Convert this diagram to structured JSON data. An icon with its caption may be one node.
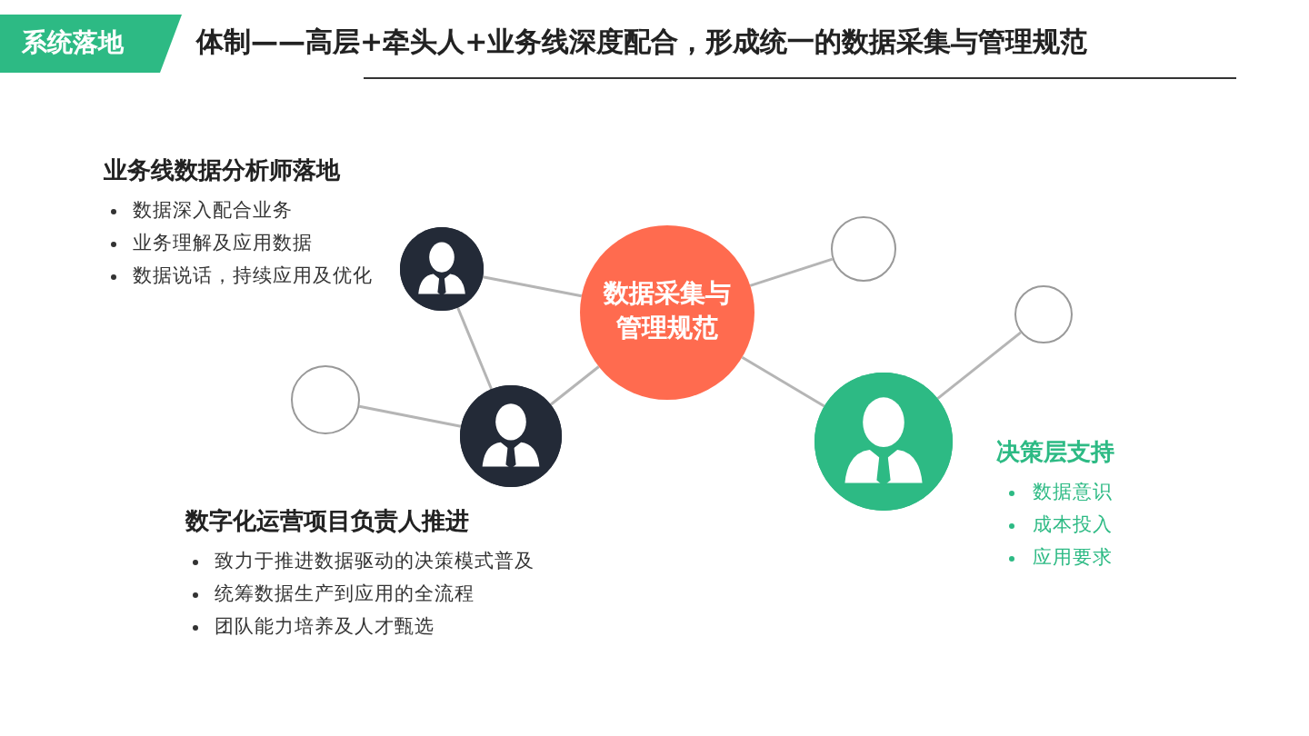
{
  "diagram": {
    "title": "体制——高层+牵头人+业务线深度配合，形成统一的数据采集与管理规范",
    "nodes": [
      {
        "text": [
          "数据采集与管理规范"
        ]
      },
      {
        "text": [],
        "shape": "person",
        "beside": [
          "业务线数据分析师落地",
          "数据深入配合业务",
          "业务理解及应用数据",
          "数据说话，持续应用及优化"
        ]
      },
      {
        "text": [],
        "shape": "person",
        "beside": [
          "数字化运营项目负责人推进",
          "致力于推进数据驱动的决策模式普及",
          "统筹数据生产到应用的全流程",
          "团队能力培养及人才甄选"
        ]
      },
      {
        "text": [],
        "shape": "person",
        "beside": [
          "决策层支持",
          "数据意识",
          "成本投入",
          "应用要求"
        ]
      },
      {
        "text": [],
        "shape": "circle"
      },
      {
        "text": [],
        "shape": "circle"
      },
      {
        "text": [],
        "shape": "circle"
      }
    ],
    "edges": [
      {
        "from": 1,
        "to": 0,
        "arrow": "none"
      },
      {
        "from": 2,
        "to": 0,
        "arrow": "none"
      },
      {
        "from": 1,
        "to": 2,
        "arrow": "none"
      },
      {
        "from": 6,
        "to": 2,
        "arrow": "none"
      },
      {
        "from": 0,
        "to": 4,
        "arrow": "none"
      },
      {
        "from": 0,
        "to": 3,
        "arrow": "none"
      },
      {
        "from": 3,
        "to": 5,
        "arrow": "none"
      }
    ],
    "labels": [
      "系统落地"
    ]
  }
}
